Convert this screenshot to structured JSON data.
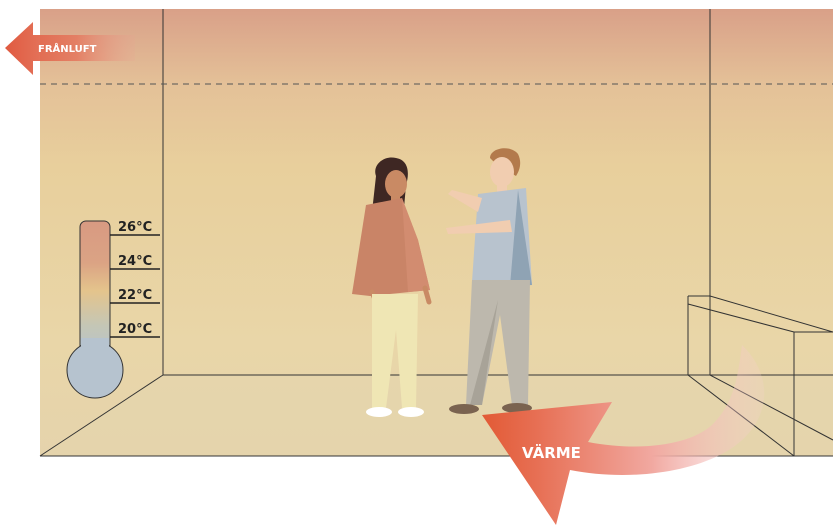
{
  "labels": {
    "exhaust_air": "FRÅNLUFT",
    "heat": "VÄRME"
  },
  "thermometer": {
    "scale": [
      "26°C",
      "24°C",
      "22°C",
      "20°C"
    ]
  },
  "colors": {
    "ceiling_warm": "#d9a088",
    "room_mid": "#e8cf9c",
    "floor": "#e6d6ae",
    "exhaust_arrow": "#e05a40",
    "heat_arrow": "#e25a35",
    "line": "#333333"
  }
}
